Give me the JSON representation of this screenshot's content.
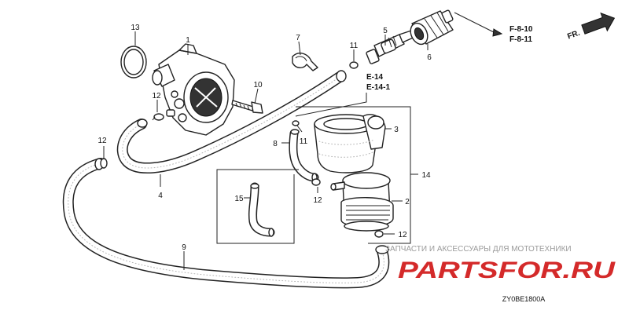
{
  "callouts": {
    "c1": "1",
    "c2": "2",
    "c3": "3",
    "c4": "4",
    "c5": "5",
    "c6": "6",
    "c7": "7",
    "c8": "8",
    "c9": "9",
    "c10": "10",
    "c11a": "11",
    "c11b": "11",
    "c12a": "12",
    "c12b": "12",
    "c12c": "12",
    "c12d": "12",
    "c13": "13",
    "c14": "14",
    "c15": "15"
  },
  "refs": {
    "f8_10": "F-8-10",
    "f8_11": "F-8-11",
    "e14": "E-14",
    "e14_1": "E-14-1",
    "front": "FR."
  },
  "diagram_code": "ZY0BE1800A",
  "watermark": {
    "tagline": "ЗАПЧАСТИ И АКСЕССУАРЫ ДЛЯ МОТОТЕХНИКИ",
    "logo": "PARTSFOR.RU"
  },
  "colors": {
    "line": "#222222",
    "logo": "#d42a2a",
    "watermark_text": "#9a9a9a"
  }
}
